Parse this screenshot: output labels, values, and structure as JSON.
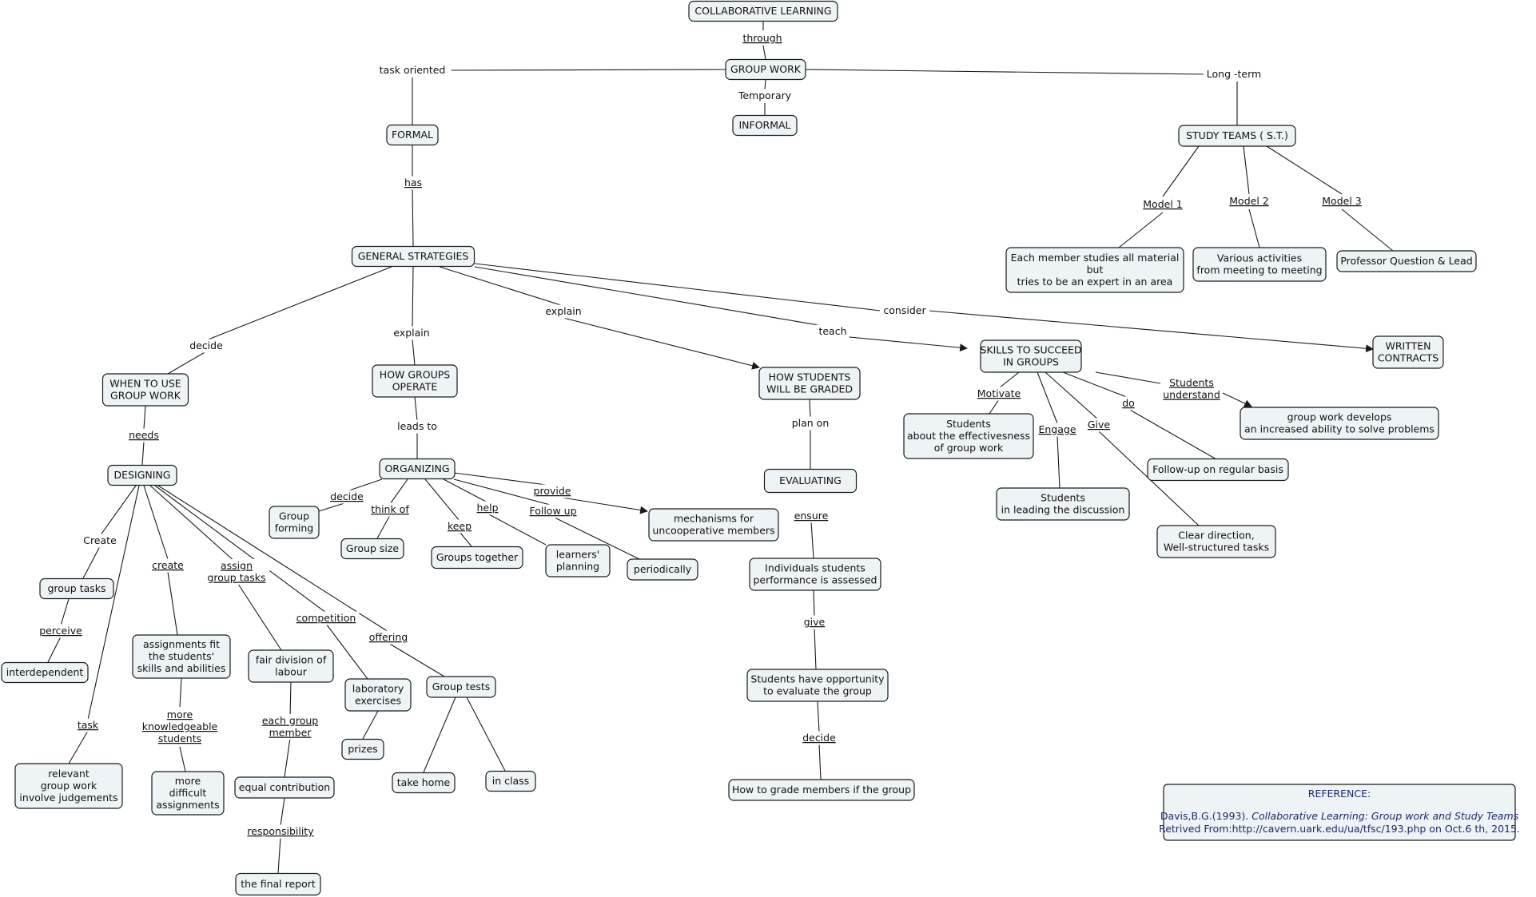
{
  "nodes": [
    {
      "id": "collab",
      "lines": [
        "COLLABORATIVE LEARNING"
      ]
    },
    {
      "id": "groupwork",
      "lines": [
        "GROUP WORK"
      ]
    },
    {
      "id": "formal",
      "lines": [
        "FORMAL"
      ]
    },
    {
      "id": "informal",
      "lines": [
        "INFORMAL"
      ]
    },
    {
      "id": "studyteams",
      "lines": [
        "STUDY TEAMS ( S.T.)"
      ]
    },
    {
      "id": "model1box",
      "lines": [
        "Each member studies all material",
        "but",
        "tries to be an expert in an area"
      ]
    },
    {
      "id": "model2box",
      "lines": [
        "Various activities",
        "from meeting to meeting"
      ]
    },
    {
      "id": "model3box",
      "lines": [
        "Professor Question & Lead"
      ]
    },
    {
      "id": "general",
      "lines": [
        "GENERAL STRATEGIES"
      ]
    },
    {
      "id": "whentouse",
      "lines": [
        "WHEN TO USE",
        "GROUP WORK"
      ]
    },
    {
      "id": "howgroups",
      "lines": [
        "HOW GROUPS",
        "OPERATE"
      ]
    },
    {
      "id": "howgraded",
      "lines": [
        "HOW STUDENTS",
        "WILL BE GRADED"
      ]
    },
    {
      "id": "skills",
      "lines": [
        "SKILLS TO SUCCEED",
        "IN GROUPS"
      ]
    },
    {
      "id": "written",
      "lines": [
        "WRITTEN",
        "CONTRACTS"
      ]
    },
    {
      "id": "designing",
      "lines": [
        "DESIGNING"
      ]
    },
    {
      "id": "organizing",
      "lines": [
        "ORGANIZING"
      ]
    },
    {
      "id": "evaluating",
      "lines": [
        "EVALUATING"
      ]
    },
    {
      "id": "grouptasks",
      "lines": [
        "group tasks"
      ]
    },
    {
      "id": "interdependent",
      "lines": [
        "interdependent"
      ]
    },
    {
      "id": "relevant",
      "lines": [
        "relevant",
        "group work",
        "involve judgements"
      ]
    },
    {
      "id": "assignfit",
      "lines": [
        "assignments fit",
        "the students'",
        "skills and abilities"
      ]
    },
    {
      "id": "moredifficult",
      "lines": [
        "more",
        "difficult",
        "assignments"
      ]
    },
    {
      "id": "fairdiv",
      "lines": [
        "fair division of",
        "labour"
      ]
    },
    {
      "id": "equal",
      "lines": [
        "equal contribution"
      ]
    },
    {
      "id": "finalreport",
      "lines": [
        "the final report"
      ]
    },
    {
      "id": "labex",
      "lines": [
        "laboratory",
        "exercises"
      ]
    },
    {
      "id": "prizes",
      "lines": [
        "prizes"
      ]
    },
    {
      "id": "grouptests",
      "lines": [
        "Group tests"
      ]
    },
    {
      "id": "takehome",
      "lines": [
        "take home"
      ]
    },
    {
      "id": "inclass",
      "lines": [
        "in class"
      ]
    },
    {
      "id": "groupforming",
      "lines": [
        "Group",
        "forming"
      ]
    },
    {
      "id": "groupsize",
      "lines": [
        "Group size"
      ]
    },
    {
      "id": "groupstogether",
      "lines": [
        "Groups together"
      ]
    },
    {
      "id": "learners",
      "lines": [
        "learners'",
        "planning"
      ]
    },
    {
      "id": "periodically",
      "lines": [
        "periodically"
      ]
    },
    {
      "id": "mechanisms",
      "lines": [
        "mechanisms for",
        "uncooperative members"
      ]
    },
    {
      "id": "individuals",
      "lines": [
        "Individuals students",
        "performance is assessed"
      ]
    },
    {
      "id": "opportunity",
      "lines": [
        "Students have opportunity",
        "to evaluate the group"
      ]
    },
    {
      "id": "howtograde",
      "lines": [
        "How to grade members if the group"
      ]
    },
    {
      "id": "aboutstudents",
      "lines": [
        "Students",
        "about the effectivesness",
        "of group work"
      ]
    },
    {
      "id": "leading",
      "lines": [
        "Students",
        "in leading the discussion"
      ]
    },
    {
      "id": "followup",
      "lines": [
        "Follow-up on regular basis"
      ]
    },
    {
      "id": "clear",
      "lines": [
        "Clear direction,",
        "Well-structured tasks"
      ]
    },
    {
      "id": "develops",
      "lines": [
        "group work develops",
        "an increased ability to solve problems"
      ]
    }
  ],
  "labels": [
    {
      "id": "through",
      "lines": [
        "through"
      ],
      "underline": true
    },
    {
      "id": "taskoriented",
      "lines": [
        "task oriented"
      ],
      "underline": false
    },
    {
      "id": "temporary",
      "lines": [
        "Temporary"
      ],
      "underline": false
    },
    {
      "id": "longterm",
      "lines": [
        "Long -term"
      ],
      "underline": false
    },
    {
      "id": "has",
      "lines": [
        "has"
      ],
      "underline": true
    },
    {
      "id": "model1",
      "lines": [
        "Model 1"
      ],
      "underline": true
    },
    {
      "id": "model2",
      "lines": [
        "Model 2"
      ],
      "underline": true
    },
    {
      "id": "model3",
      "lines": [
        "Model 3"
      ],
      "underline": true
    },
    {
      "id": "decide1",
      "lines": [
        "decide"
      ],
      "underline": false
    },
    {
      "id": "explain1",
      "lines": [
        "explain"
      ],
      "underline": false
    },
    {
      "id": "explain2",
      "lines": [
        "explain"
      ],
      "underline": false
    },
    {
      "id": "teach",
      "lines": [
        "teach"
      ],
      "underline": false
    },
    {
      "id": "consider",
      "lines": [
        "consider"
      ],
      "underline": false
    },
    {
      "id": "needs",
      "lines": [
        "needs"
      ],
      "underline": true
    },
    {
      "id": "leadsto",
      "lines": [
        "leads to"
      ],
      "underline": false
    },
    {
      "id": "planon",
      "lines": [
        "plan on"
      ],
      "underline": false
    },
    {
      "id": "create1",
      "lines": [
        "Create"
      ],
      "underline": false
    },
    {
      "id": "create2",
      "lines": [
        "create"
      ],
      "underline": true
    },
    {
      "id": "assign",
      "lines": [
        "assign",
        "group tasks"
      ],
      "underline": true
    },
    {
      "id": "competition",
      "lines": [
        "competition"
      ],
      "underline": true
    },
    {
      "id": "offering",
      "lines": [
        "offering"
      ],
      "underline": true
    },
    {
      "id": "perceive",
      "lines": [
        "perceive"
      ],
      "underline": true
    },
    {
      "id": "task",
      "lines": [
        "task"
      ],
      "underline": true
    },
    {
      "id": "moreknow",
      "lines": [
        "more",
        "knowledgeable",
        "students"
      ],
      "underline": true
    },
    {
      "id": "eachgroup",
      "lines": [
        "each group",
        "member"
      ],
      "underline": true
    },
    {
      "id": "responsibility",
      "lines": [
        "responsibility"
      ],
      "underline": true
    },
    {
      "id": "decide2",
      "lines": [
        "decide"
      ],
      "underline": true
    },
    {
      "id": "thinkof",
      "lines": [
        "think of"
      ],
      "underline": true
    },
    {
      "id": "keep",
      "lines": [
        "keep"
      ],
      "underline": true
    },
    {
      "id": "help",
      "lines": [
        "help"
      ],
      "underline": true
    },
    {
      "id": "followuplbl",
      "lines": [
        "Follow up"
      ],
      "underline": true
    },
    {
      "id": "provide",
      "lines": [
        "provide"
      ],
      "underline": true
    },
    {
      "id": "ensure",
      "lines": [
        "ensure"
      ],
      "underline": true
    },
    {
      "id": "give1",
      "lines": [
        "give"
      ],
      "underline": true
    },
    {
      "id": "decide3",
      "lines": [
        "decide"
      ],
      "underline": true
    },
    {
      "id": "motivate",
      "lines": [
        "Motivate"
      ],
      "underline": true
    },
    {
      "id": "engage",
      "lines": [
        "Engage"
      ],
      "underline": true
    },
    {
      "id": "give2",
      "lines": [
        "Give"
      ],
      "underline": true
    },
    {
      "id": "do",
      "lines": [
        "do"
      ],
      "underline": true
    },
    {
      "id": "understand",
      "lines": [
        "Students",
        "understand"
      ],
      "underline": true
    }
  ],
  "reference": {
    "heading": "REFERENCE:",
    "citation_author": "Davis,B.G.(1993). ",
    "citation_title": "Collaborative Learning: Group work and Study Teams",
    "retrieved": "Retrived From:http://cavern.uark.edu/ua/tfsc/193.php on Oct.6 th, 2015."
  },
  "colors": {
    "node_fill": "#eef3f5",
    "stroke": "#1a1a1a",
    "reference_text": "#1b2a6b"
  }
}
